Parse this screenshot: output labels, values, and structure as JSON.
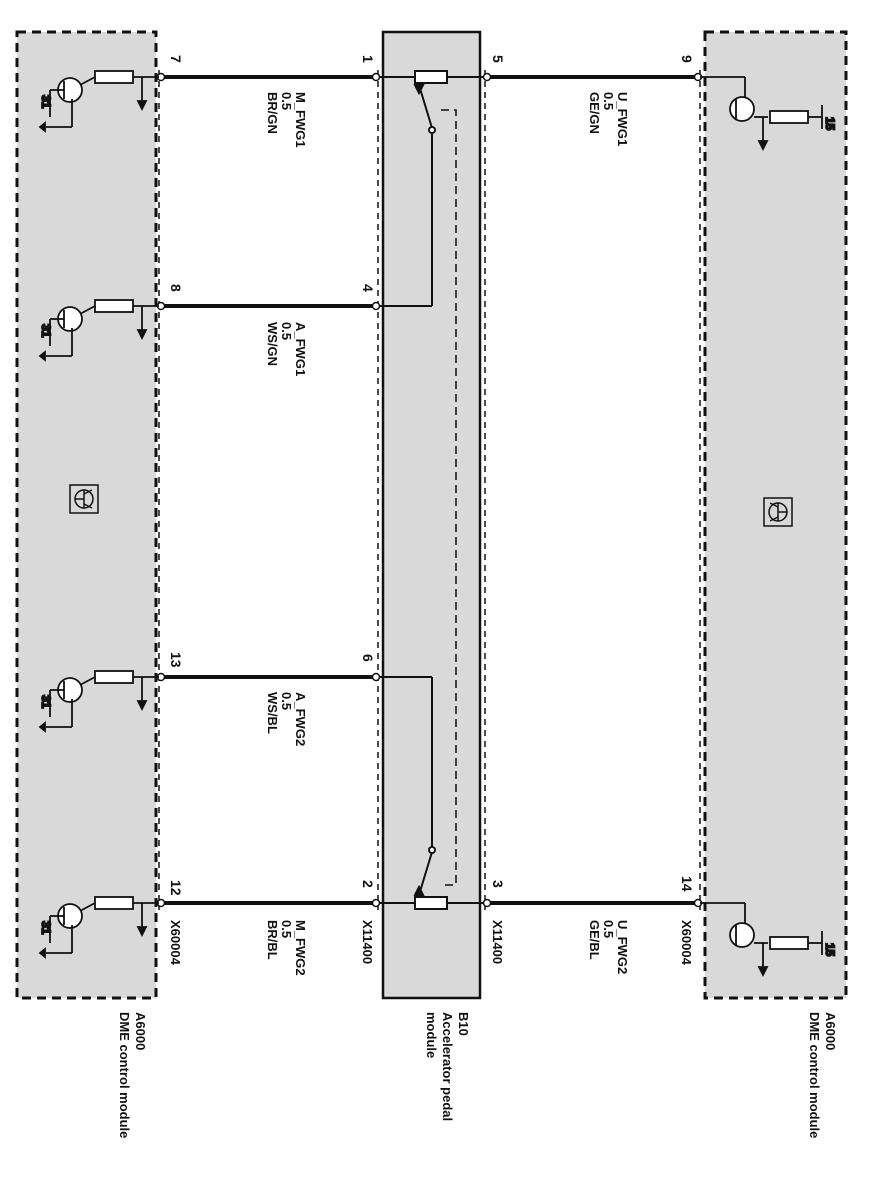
{
  "modules": {
    "left": {
      "id": "A6000",
      "name": "DME control module",
      "connector": "X60004"
    },
    "right": {
      "id": "A6000",
      "name": "DME control module",
      "connector": "X60004"
    },
    "center": {
      "id": "B10",
      "name_line1": "Accelerator pedal",
      "name_line2": "module",
      "connector": "X11400"
    }
  },
  "ground_label": "31",
  "supply_label": "15",
  "left_wires": [
    {
      "pin_module": "7",
      "pin_pedal": "1",
      "signal": "M_FWG1",
      "gauge": "0.5",
      "color": "BR/GN"
    },
    {
      "pin_module": "8",
      "pin_pedal": "4",
      "signal": "A_FWG1",
      "gauge": "0.5",
      "color": "WS/GN"
    },
    {
      "pin_module": "13",
      "pin_pedal": "6",
      "signal": "A_FWG2",
      "gauge": "0.5",
      "color": "WS/BL"
    },
    {
      "pin_module": "12",
      "pin_pedal": "2",
      "signal": "M_FWG2",
      "gauge": "0.5",
      "color": "BR/BL"
    }
  ],
  "right_wires": [
    {
      "pin_module": "9",
      "pin_pedal": "5",
      "signal": "U_FWG1",
      "gauge": "0.5",
      "color": "GE/GN"
    },
    {
      "pin_module": "14",
      "pin_pedal": "3",
      "signal": "U_FWG2",
      "gauge": "0.5",
      "color": "GE/BL"
    }
  ],
  "colors": {
    "module_fill": "#d9d9d9",
    "line": "#111111",
    "background": "#ffffff"
  }
}
